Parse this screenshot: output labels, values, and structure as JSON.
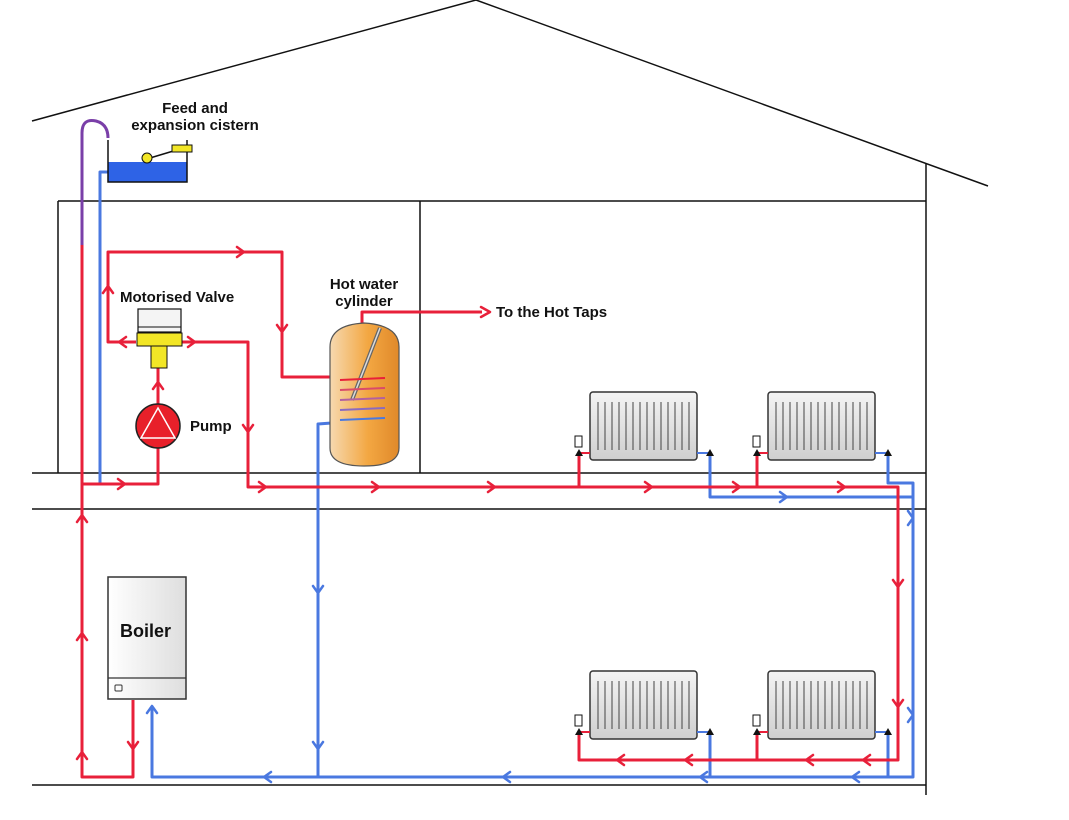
{
  "labels": {
    "cistern_line1": "Feed and",
    "cistern_line2": "expansion cistern",
    "motorised_valve": "Motorised Valve",
    "cylinder_line1": "Hot water",
    "cylinder_line2": "cylinder",
    "hot_taps": "To the Hot Taps",
    "pump": "Pump",
    "boiler": "Boiler"
  },
  "colors": {
    "flow_hot": "#e8203a",
    "return_cold": "#4a78e0",
    "cistern_water": "#2e63e6",
    "vent_pipe": "#7a3fa8",
    "structure": "#111111",
    "valve_body": "#f2e626",
    "pump_body": "#e8202a"
  }
}
